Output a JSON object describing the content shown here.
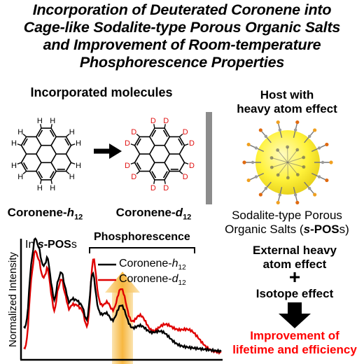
{
  "title": {
    "line1": "Incorporation of Deuterated Coronene into",
    "line2": "Cage-like Sodalite-type Porous Organic Salts",
    "line3": "and Improvement of Room-temperature",
    "line4": "Phosphorescence Properties"
  },
  "incorporated": {
    "heading": "Incorporated molecules"
  },
  "mol_h": {
    "atom": "H",
    "label_base": "Coronene-",
    "label_italic": "h",
    "label_sub": "12"
  },
  "mol_d": {
    "atom": "D",
    "label_base": "Coronene-",
    "label_italic": "d",
    "label_sub": "12"
  },
  "host": {
    "heading_line1": "Host with",
    "heading_line2": "heavy atom effect",
    "caption_line1": "Sodalite-type Porous",
    "caption_line2_pre": "Organic Salts (",
    "caption_line2_italic": "s",
    "caption_line2_bold": "-POS",
    "caption_line2_post": "s)"
  },
  "spectrum": {
    "ylabel": "Normalized Intensity",
    "in_pre": "In ",
    "in_italic": "s",
    "in_bold": "-POS",
    "in_post": "s",
    "phos_label": "Phosphorescence",
    "legend": [
      {
        "base": "Coronene-",
        "italic": "h",
        "sub": "12",
        "color": "#000000"
      },
      {
        "base": "Coronene-",
        "italic": "d",
        "sub": "12",
        "color": "#e00000"
      }
    ]
  },
  "effects": {
    "ext_line1": "External heavy",
    "ext_line2": "atom effect",
    "plus": "+",
    "isotope": "Isotope effect",
    "result_line1": "Improvement of",
    "result_line2": "lifetime and efficiency"
  },
  "colors": {
    "deuterium": "#e01010",
    "result": "#ff0000",
    "sphere": "#fff23a",
    "divider": "#8c8c8c",
    "arrow_glow": "#f7b740"
  }
}
